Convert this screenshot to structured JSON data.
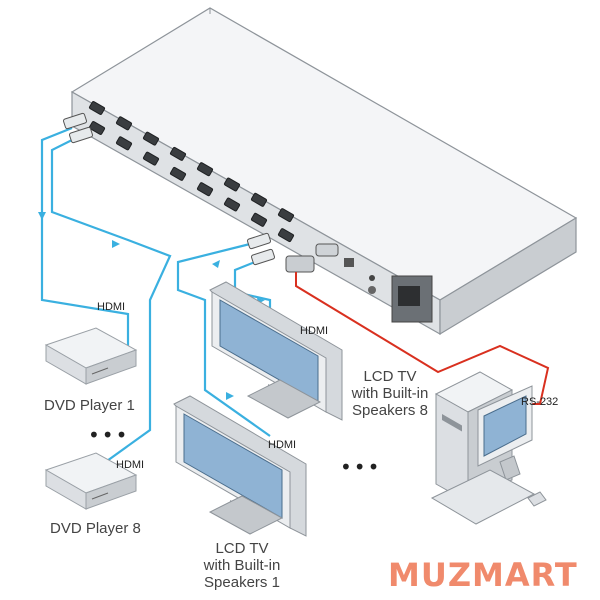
{
  "labels": {
    "hdmi": "HDMI",
    "rs232": "RS-232",
    "dvd_player_1": "DVD Player 1",
    "dvd_player_8": "DVD Player 8",
    "tv1_line1": "LCD TV",
    "tv1_line2": "with Built-in",
    "tv1_line3": "Speakers 1",
    "tv8_line1": "LCD TV",
    "tv8_line2": "with Built-in",
    "tv8_line3": "Speakers 8",
    "ellipsis": "•••"
  },
  "watermark": {
    "text": "MUZMART",
    "color": "#f08a6c"
  },
  "colors": {
    "hdmi_cable": "#3ab0e0",
    "rs232_cable": "#d9301f",
    "device_fill": "#e9ecef",
    "device_stroke": "#9aa0a6",
    "screen": "#8fb3d4"
  }
}
